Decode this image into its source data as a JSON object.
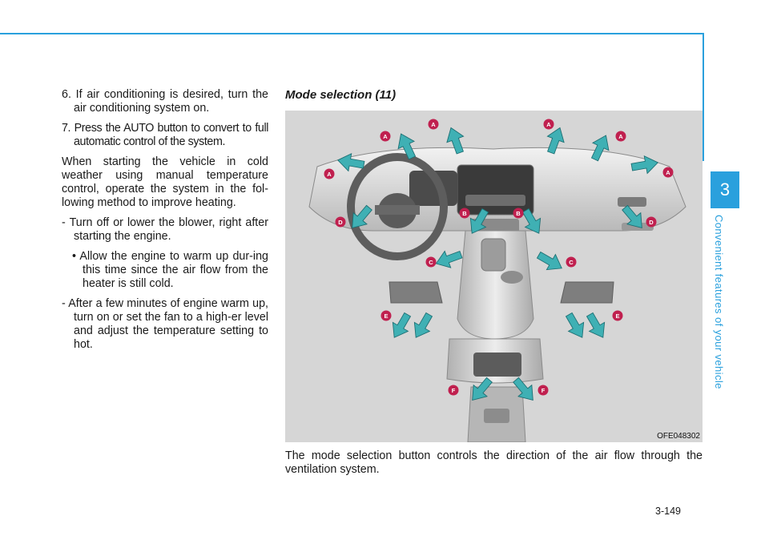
{
  "left_column": {
    "p6": "6. If air conditioning is desired, turn the air conditioning system on.",
    "p7": "7. Press the AUTO button to convert to full automatic control of the system.",
    "p_cold": "When starting the vehicle in cold weather using manual temperature control, operate the system in the fol-lowing method to improve heating.",
    "dash1": "- Turn off or lower the blower, right after starting the engine.",
    "bullet1": "• Allow the engine to warm up dur-ing this time since the air flow from the heater is still cold.",
    "dash2": "- After a few minutes of engine warm up, turn on or set the fan to a high-er level and adjust the temperature setting to hot."
  },
  "section_title": "Mode selection (11)",
  "figure": {
    "code": "OFE048302",
    "vent_labels": {
      "a": "A",
      "b": "B",
      "c": "C",
      "d": "D",
      "e": "E",
      "f": "F"
    },
    "colors": {
      "arrow_fill": "#3fb0b4",
      "label_bg": "#c0204f"
    }
  },
  "caption": "The mode selection button controls the direction of the air flow through the ventilation system.",
  "page_number": "3-149",
  "chapter": {
    "number": "3",
    "title": "Convenient features of your vehicle",
    "accent": "#2aa0dd"
  }
}
